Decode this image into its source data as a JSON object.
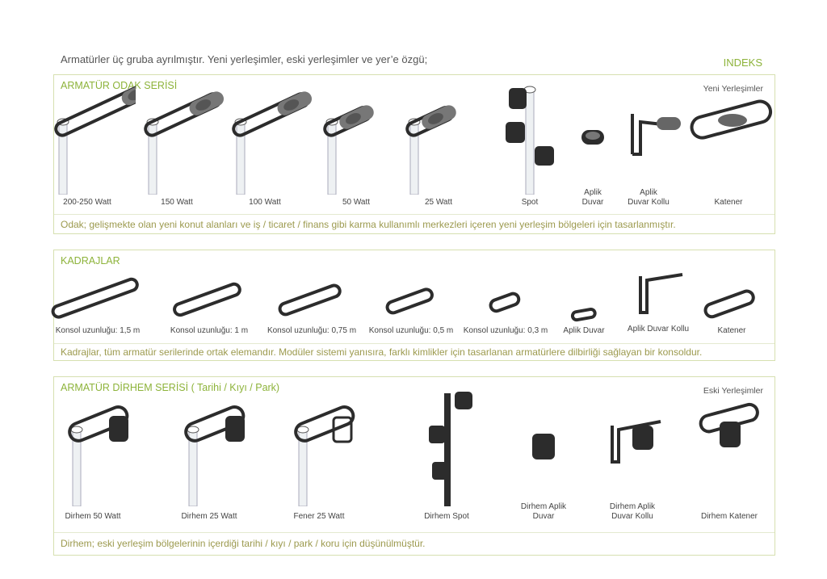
{
  "intro": "Armatürler üç gruba ayrılmıştır. Yeni yerleşimler, eski yerleşimler ve yer’e özgü;",
  "index_label": "INDEKS",
  "sections": [
    {
      "title": "ARMATÜR  ODAK SERİSİ",
      "tag": "Yeni Yerleşimler",
      "items": [
        {
          "label": "200-250 Watt",
          "icon": "pole-lamp-large"
        },
        {
          "label": "150 Watt",
          "icon": "pole-lamp"
        },
        {
          "label": "100 Watt",
          "icon": "pole-lamp"
        },
        {
          "label": "50 Watt",
          "icon": "pole-lamp-small"
        },
        {
          "label": "25 Watt",
          "icon": "pole-lamp-small"
        },
        {
          "label": "Spot",
          "icon": "spot-pole"
        },
        {
          "label": "Aplik\nDuvar",
          "icon": "wall-lamp"
        },
        {
          "label": "Aplik\nDuvar Kollu",
          "icon": "wall-arm-lamp"
        },
        {
          "label": "Katener",
          "icon": "catenary-lamp"
        }
      ],
      "description": "Odak; gelişmekte olan yeni konut alanları ve iş / ticaret / finans gibi  karma kullanımlı merkezleri  içeren yeni yerleşim bölgeleri için tasarlanmıştır."
    },
    {
      "title": "KADRAJLAR",
      "tag": "",
      "items": [
        {
          "label": "Konsol uzunluğu: 1,5 m",
          "icon": "bracket-1-5m"
        },
        {
          "label": "Konsol uzunluğu: 1 m",
          "icon": "bracket-1m"
        },
        {
          "label": "Konsol uzunluğu: 0,75 m",
          "icon": "bracket-0-75m"
        },
        {
          "label": "Konsol uzunluğu: 0,5 m",
          "icon": "bracket-0-5m"
        },
        {
          "label": "Konsol uzunluğu: 0,3 m",
          "icon": "bracket-0-3m"
        },
        {
          "label": "Aplik Duvar",
          "icon": "wall-bracket"
        },
        {
          "label": "Aplik Duvar Kollu",
          "icon": "wall-arm-bracket"
        },
        {
          "label": "Katener",
          "icon": "catenary-bracket"
        }
      ],
      "description": "Kadrajlar, tüm armatür serilerinde ortak elemandır. Modüler sistemi yanısıra, farklı kimlikler için tasarlanan armatürlere dilbirliği sağlayan bir konsoldur."
    },
    {
      "title": "ARMATÜR  DİRHEM SERİSİ  ( Tarihi / Kıyı / Park)",
      "tag": "Eski Yerleşimler",
      "items": [
        {
          "label": "Dirhem 50 Watt",
          "icon": "dirhem-pole-lamp"
        },
        {
          "label": "Dirhem 25 Watt",
          "icon": "dirhem-pole-lamp-small"
        },
        {
          "label": "Fener 25 Watt",
          "icon": "lantern-pole-lamp"
        },
        {
          "label": "Dirhem Spot",
          "icon": "dirhem-spot-pole"
        },
        {
          "label": "Dirhem Aplik\nDuvar",
          "icon": "dirhem-wall-lamp"
        },
        {
          "label": "Dirhem Aplik\nDuvar Kollu",
          "icon": "dirhem-wall-arm-lamp"
        },
        {
          "label": "Dirhem Katener",
          "icon": "dirhem-catenary-lamp"
        }
      ],
      "description": "Dirhem; eski yerleşim bölgelerinin içerdiği tarihi / kıyı / park / koru için düşünülmüştür."
    }
  ]
}
